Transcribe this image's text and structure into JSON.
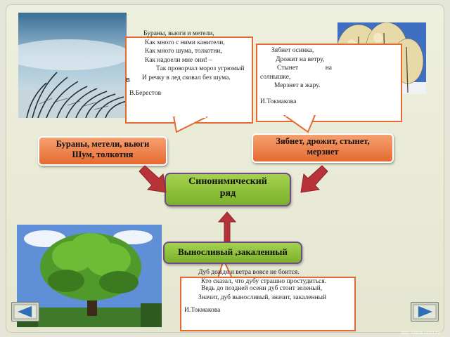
{
  "poem_left": {
    "lines": [
      "Бураны, вьюги и метели,",
      "Как много с ними канители,",
      "Как много шума, толкотни,",
      "Как надоели мне они! –",
      "Так проворчал мороз угрюмый",
      "И речку в лед сковал без шума.",
      "",
      "В.Берестов"
    ],
    "stray_mark": "в"
  },
  "poem_right": {
    "lines": [
      "Зябнет осинка,",
      "Дрожит на ветру,",
      "Стынет на солнышке,",
      "Мерзнет в жару.",
      "",
      "И.Токмакова"
    ]
  },
  "poem_bottom": {
    "lines": [
      "Дуб дождя и ветра вовсе не боится.",
      "Кто сказал, что дубу страшно простудиться.",
      "Ведь до поздней осени дуб стоит зеленый,",
      "Значит, дуб выносливый, значит, закаленный",
      "",
      "И.Токмакова"
    ]
  },
  "labels": {
    "left_words": [
      "Бураны, метели, вьюги",
      "Шум, толкотня"
    ],
    "right_words": [
      "Зябнет, дрожит, стынет,",
      "мерзнет"
    ],
    "center": [
      "Синонимический",
      "ряд"
    ],
    "bottom_words": "Выносливый ,закаленный"
  },
  "nav": {
    "prev_icon": "arrow-left-icon",
    "next_icon": "arrow-right-icon"
  },
  "watermark": "http://aida.ucoz.ru",
  "colors": {
    "orange": "#e56a30",
    "green": "#8cc03a",
    "arrow_red": "#b8323a",
    "nav_blue": "#2d6fb6"
  }
}
